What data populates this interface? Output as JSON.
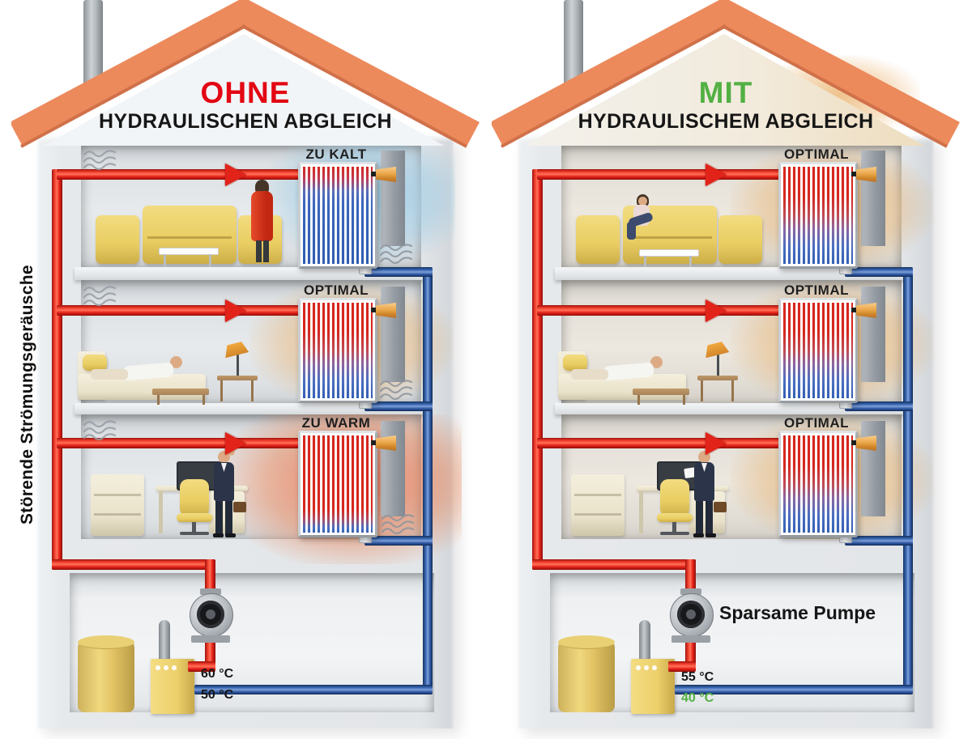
{
  "side_label": "Störende Strömungsgeräusche",
  "left_house": {
    "title_accent": "OHNE",
    "title_rest": "HYDRAULISCHEN ABGLEICH",
    "floors": [
      {
        "label": "ZU KALT",
        "state": "cold"
      },
      {
        "label": "OPTIMAL",
        "state": "optimal"
      },
      {
        "label": "ZU WARM",
        "state": "hot"
      }
    ],
    "temps": {
      "flow": "60 °C",
      "return": "50 °C"
    }
  },
  "right_house": {
    "title_accent": "MIT",
    "title_rest": "HYDRAULISCHEM ABGLEICH",
    "floors": [
      {
        "label": "OPTIMAL",
        "state": "optimal"
      },
      {
        "label": "OPTIMAL",
        "state": "optimal"
      },
      {
        "label": "OPTIMAL",
        "state": "optimal"
      }
    ],
    "pump_label": "Sparsame Pumpe",
    "temps": {
      "flow": "55 °C",
      "return": "40 °C"
    }
  },
  "colors": {
    "accent_red": "#e30613",
    "accent_green": "#52b043",
    "temp_text": "#161616",
    "temp_return_right": "#52b043",
    "pipe_red": "#e2231a",
    "pipe_blue": "#2a55a0",
    "roof": "#ec8a5c",
    "valve": "#eba84c"
  }
}
